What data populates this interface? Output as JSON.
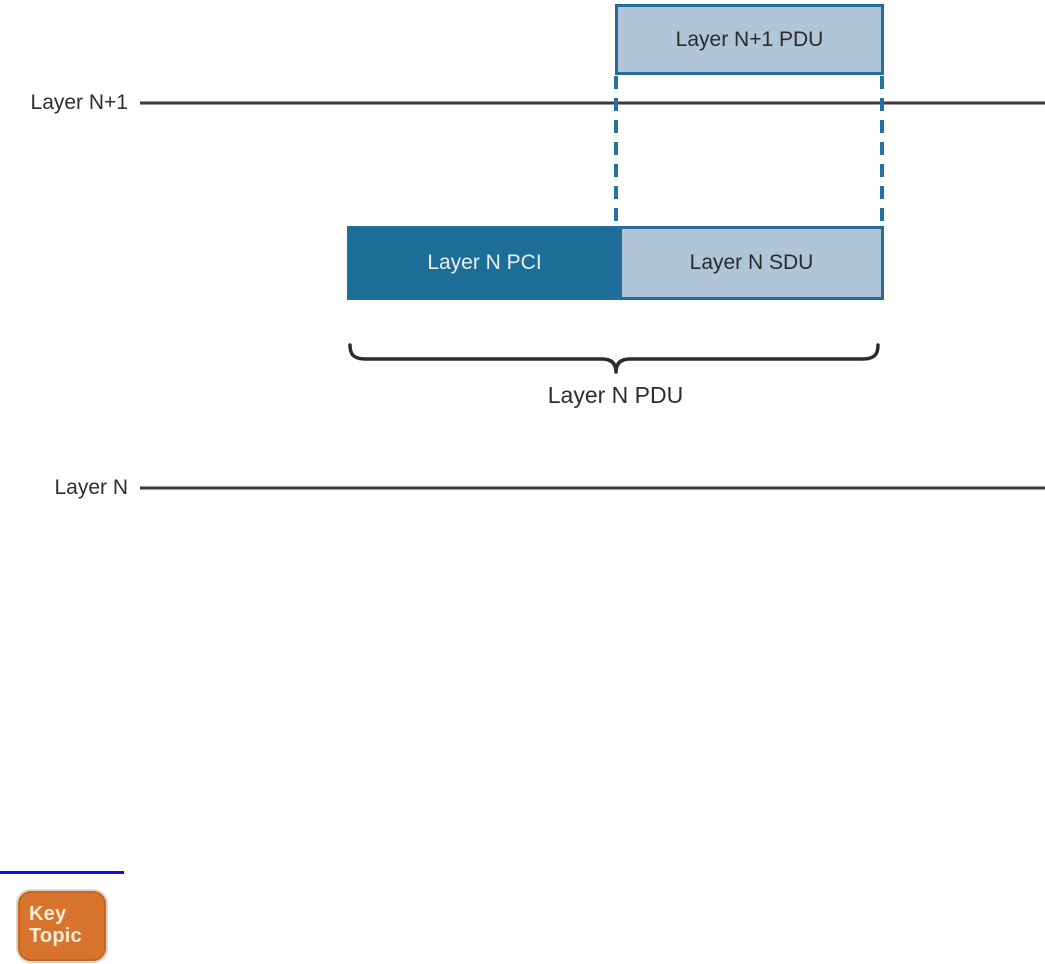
{
  "diagram": {
    "title_hint": "PDU encapsulation between adjacent layers",
    "top_box": {
      "label": "Layer N+1 PDU"
    },
    "layer_n_plus_1": {
      "label": "Layer N+1"
    },
    "lower_box": {
      "pci": {
        "label": "Layer N PCI"
      },
      "sdu": {
        "label": "Layer N SDU"
      }
    },
    "brace_caption": {
      "label": "Layer N PDU"
    },
    "layer_n": {
      "label": "Layer N"
    }
  },
  "key_topic_badge": {
    "line1": "Key",
    "line2": "Topic"
  },
  "colors": {
    "light_blue_fill": "#b0c6d8",
    "dark_blue_fill": "#1d6d99",
    "box_border_blue": "#236e96",
    "dashed_line_blue": "#2471a3",
    "layer_line_dark": "#3a3a3a",
    "brace_dark": "#2b2b2b",
    "link_rule_blue": "#0d0dee",
    "key_topic_orange": "#d9742e",
    "key_topic_text": "#f8ecd8"
  }
}
